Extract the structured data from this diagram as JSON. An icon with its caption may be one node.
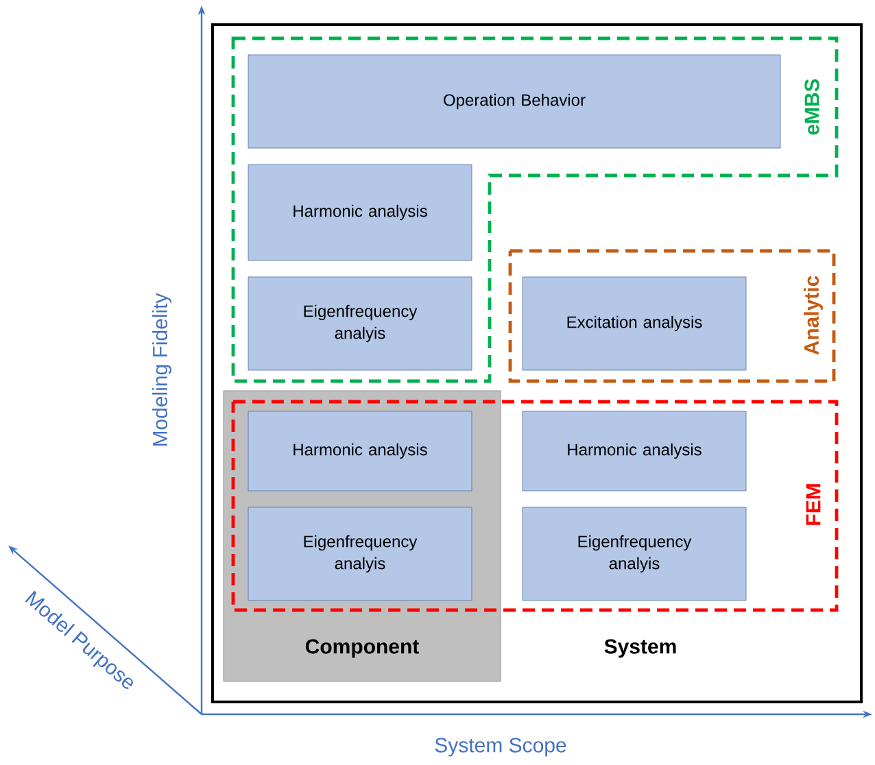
{
  "diagram": {
    "nodes": [
      {
        "text": [
          "eMBS"
        ]
      },
      {
        "text": [
          "Operation Behavior"
        ],
        "in": 0
      },
      {
        "text": [
          "Harmonic analysis"
        ],
        "in": 0
      },
      {
        "text": [
          "Eigenfrequency analyis"
        ],
        "in": 0
      },
      {
        "text": [
          "Analytic"
        ]
      },
      {
        "text": [
          "Excitation analysis"
        ],
        "in": 4
      },
      {
        "text": [
          "Component"
        ]
      },
      {
        "text": [
          "FEM"
        ]
      },
      {
        "text": [
          "Harmonic analysis"
        ]
      },
      {
        "text": [
          "Eigenfrequency analyis"
        ]
      },
      {
        "text": [
          "Harmonic analysis"
        ],
        "in": 7
      },
      {
        "text": [
          "Eigenfrequency analyis"
        ],
        "in": 7
      }
    ],
    "edges": [],
    "labels": [
      "System",
      "Modeling Fidelity",
      "Model Purpose",
      "System Scope"
    ]
  }
}
